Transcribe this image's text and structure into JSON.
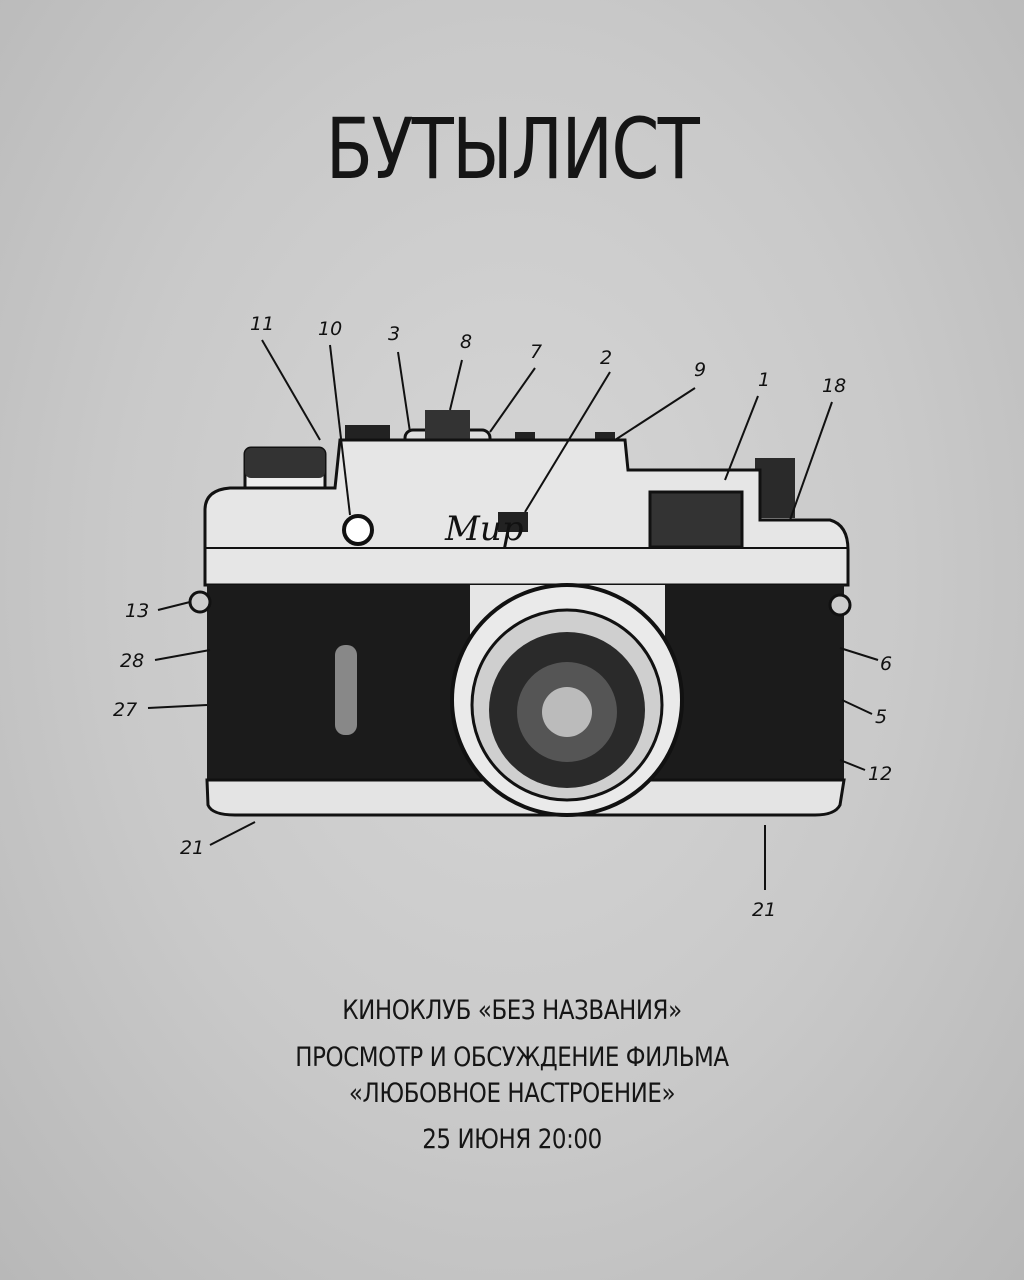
{
  "poster": {
    "title": "БУТЫЛИСТ",
    "club": "КИНОКЛУБ «БЕЗ НАЗВАНИЯ»",
    "event_line1": "ПРОСМОТР И ОБСУЖДЕНИЕ ФИЛЬМА",
    "event_line2": "«ЛЮБОВНОЕ НАСТРОЕНИЕ»",
    "datetime": "25 ИЮНЯ 20:00"
  },
  "camera": {
    "brand_script": "Мир",
    "callouts": [
      "11",
      "10",
      "3",
      "8",
      "7",
      "2",
      "9",
      "1",
      "18",
      "13",
      "28",
      "27",
      "6",
      "5",
      "12",
      "21",
      "21"
    ]
  }
}
